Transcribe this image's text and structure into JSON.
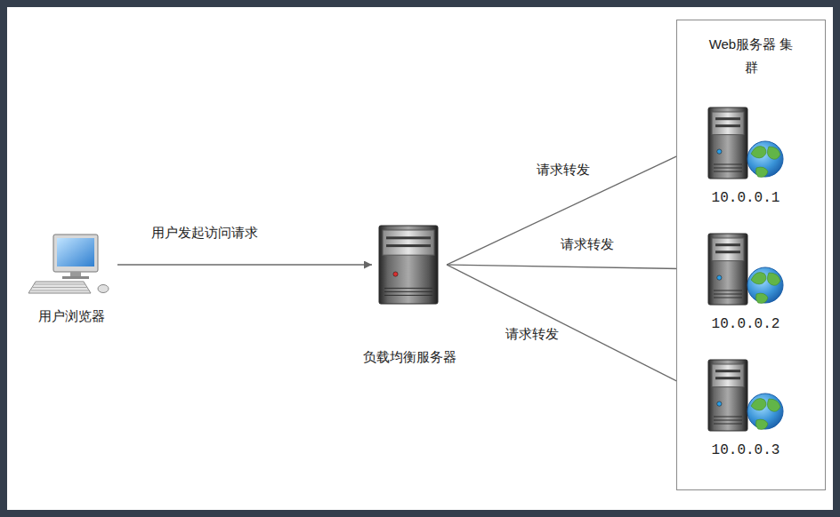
{
  "diagram": {
    "nodes": [
      {
        "text": [
          "用户浏览器"
        ]
      },
      {
        "text": [
          "负载均衡服务器"
        ]
      },
      {
        "text": [
          "Web服务器 集群"
        ]
      },
      {
        "text": [
          "10.0.0.1"
        ],
        "in": 2
      },
      {
        "text": [
          "10.0.0.2"
        ],
        "in": 2
      },
      {
        "text": [
          "10.0.0.3"
        ],
        "in": 2
      }
    ],
    "edges": [
      {
        "from": 0,
        "to": 1,
        "arrow": "to",
        "label": "用户发起访问请求"
      },
      {
        "from": 1,
        "to": 3,
        "arrow": "to",
        "label": "请求转发"
      },
      {
        "from": 1,
        "to": 4,
        "arrow": "to",
        "label": "请求转发"
      },
      {
        "from": 1,
        "to": 5,
        "arrow": "to",
        "label": "请求转发"
      }
    ]
  }
}
